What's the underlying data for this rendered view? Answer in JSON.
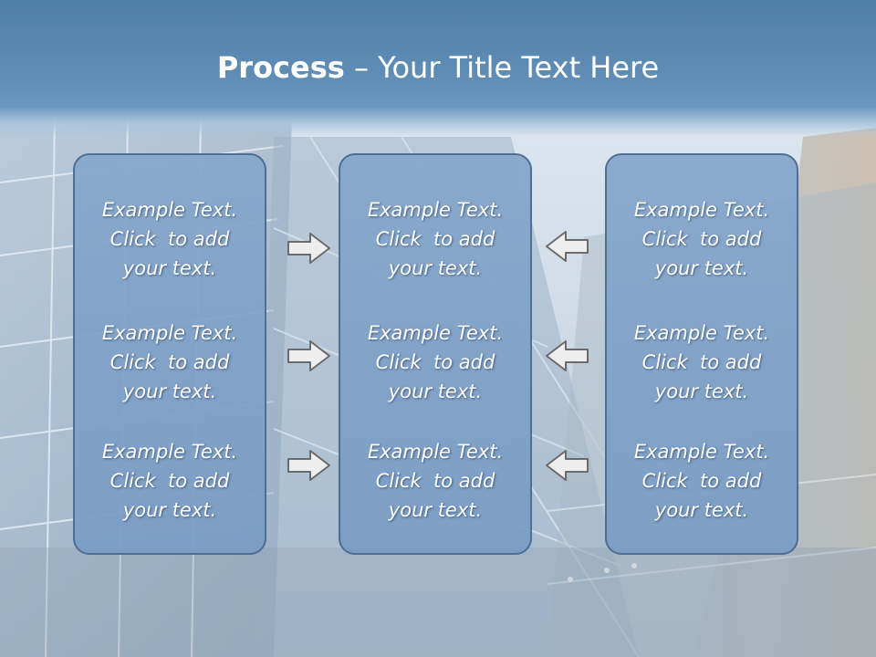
{
  "title": {
    "bold": "Process",
    "rest": " – Your Title Text Here"
  },
  "columns": [
    {
      "items": [
        {
          "line1": "Example Text.",
          "line2": "Click  to add",
          "line3": "your text."
        },
        {
          "line1": "Example Text.",
          "line2": "Click  to add",
          "line3": "your text."
        },
        {
          "line1": "Example Text.",
          "line2": "Click  to add",
          "line3": "your text."
        }
      ]
    },
    {
      "items": [
        {
          "line1": "Example Text.",
          "line2": "Click  to add",
          "line3": "your text."
        },
        {
          "line1": "Example Text.",
          "line2": "Click  to add",
          "line3": "your text."
        },
        {
          "line1": "Example Text.",
          "line2": "Click  to add",
          "line3": "your text."
        }
      ]
    },
    {
      "items": [
        {
          "line1": "Example Text.",
          "line2": "Click  to add",
          "line3": "your text."
        },
        {
          "line1": "Example Text.",
          "line2": "Click  to add",
          "line3": "your text."
        },
        {
          "line1": "Example Text.",
          "line2": "Click  to add",
          "line3": "your text."
        }
      ]
    }
  ],
  "arrows": {
    "left_group": "arrow-right-icon",
    "right_group": "arrow-left-icon"
  },
  "colors": {
    "title_bar": "#5f8db5",
    "box_fill": "#85a6cb",
    "box_border": "#4d6f96",
    "arrow_fill": "#eeeeee",
    "arrow_stroke": "#6b6b6b"
  }
}
